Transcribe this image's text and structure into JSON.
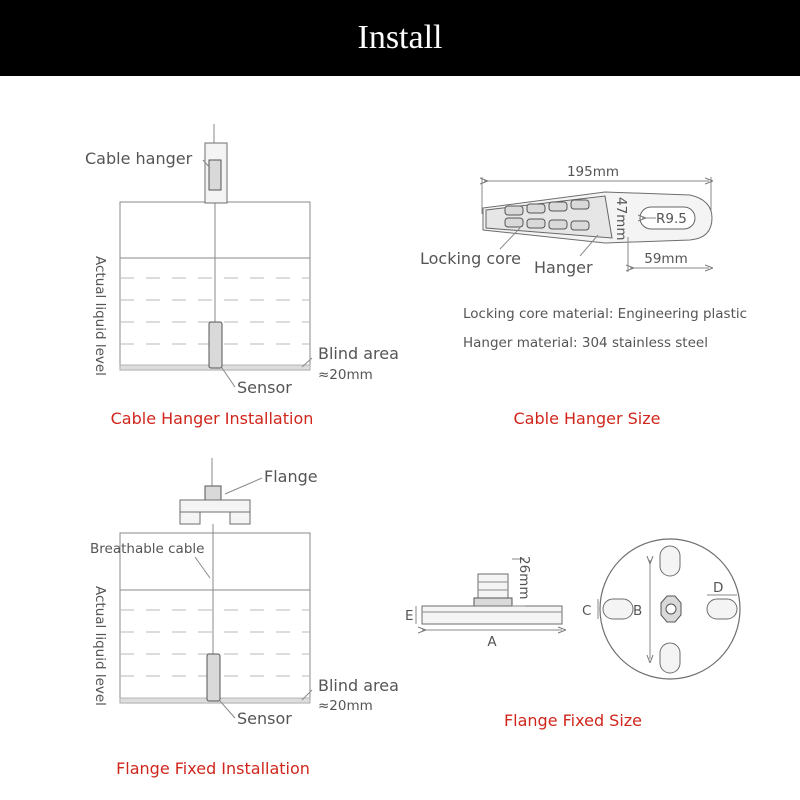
{
  "header": {
    "title": "Install"
  },
  "cable_hanger_installation": {
    "caption": "Cable Hanger Installation",
    "cable_hanger_label": "Cable hanger",
    "level_label": "Actual liquid level",
    "blind_area_label": "Blind area",
    "blind_area_value": "≈20mm",
    "sensor_label": "Sensor"
  },
  "cable_hanger_size": {
    "caption": "Cable Hanger Size",
    "length": "195mm",
    "width": "47mm",
    "radius": "R9.5",
    "tail": "59mm",
    "locking_core_label": "Locking core",
    "hanger_label": "Hanger",
    "locking_core_material": "Locking core material: Engineering plastic",
    "hanger_material": "Hanger material: 304 stainless steel"
  },
  "flange_installation": {
    "caption": "Flange Fixed Installation",
    "flange_label": "Flange",
    "breathable_cable_label": "Breathable cable",
    "level_label": "Actual liquid level",
    "blind_area_label": "Blind area",
    "blind_area_value": "≈20mm",
    "sensor_label": "Sensor"
  },
  "flange_size": {
    "caption": "Flange Fixed Size",
    "height": "26mm",
    "dim_a": "A",
    "dim_b": "B",
    "dim_c": "C",
    "dim_d": "D",
    "dim_e": "E"
  },
  "colors": {
    "banner": "#000000",
    "caption": "#d0261c"
  }
}
